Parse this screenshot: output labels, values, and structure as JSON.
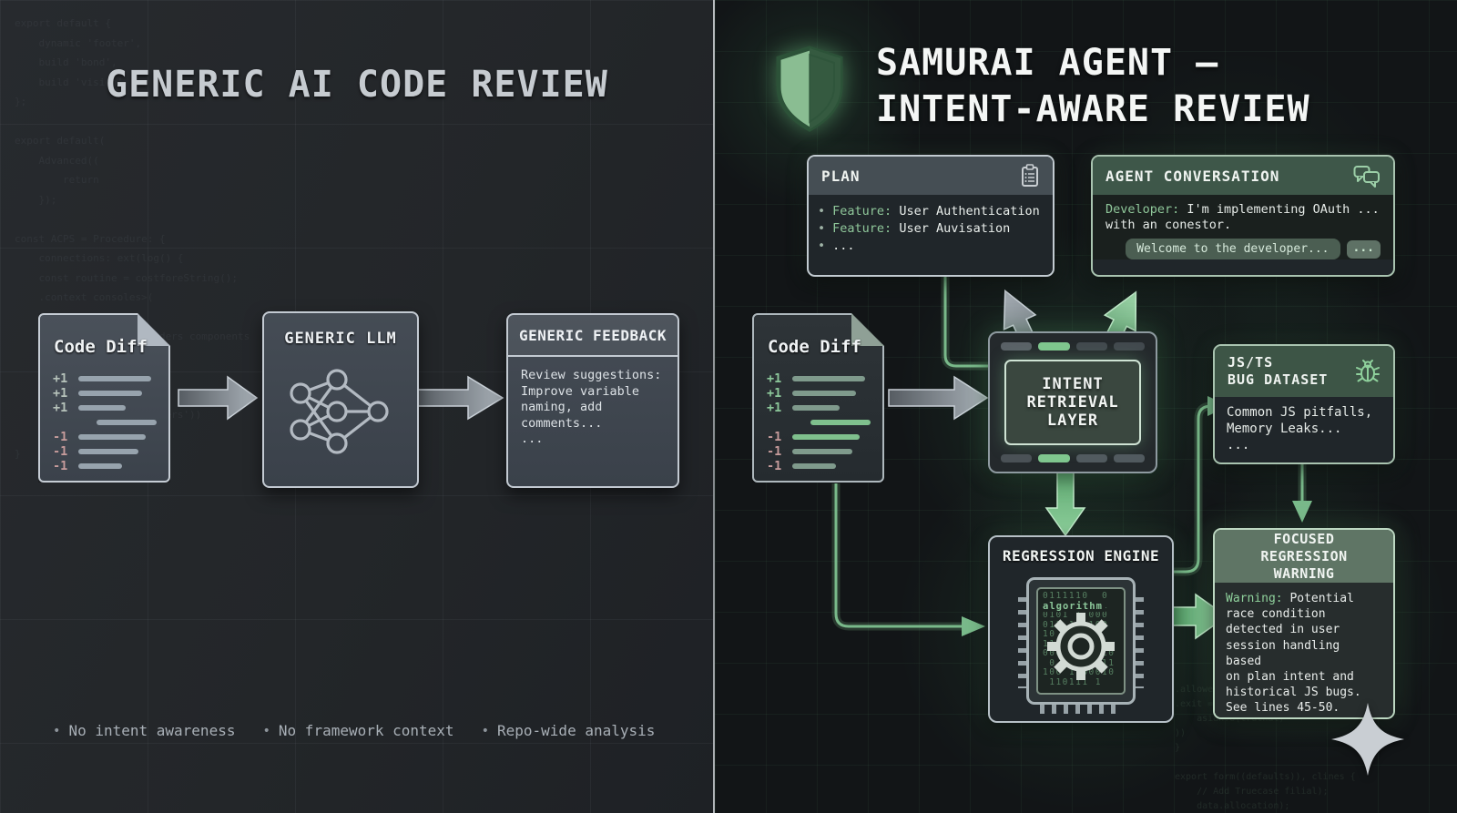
{
  "left": {
    "title": "GENERIC AI CODE REVIEW",
    "code_diff": {
      "title": "Code Diff",
      "markers": [
        "+1",
        "+1",
        "+1",
        "",
        "-1",
        "-1",
        "-1"
      ]
    },
    "llm": {
      "title": "GENERIC LLM"
    },
    "feedback": {
      "title": "GENERIC FEEDBACK",
      "body": "Review suggestions:\nImprove variable\nnaming, add\ncomments...\n..."
    },
    "footer": {
      "bullet_char": "•",
      "bullets": [
        "No intent awareness",
        "No framework context",
        "Repo-wide analysis"
      ]
    }
  },
  "right": {
    "title_line1": "SAMURAI AGENT –",
    "title_line2": "INTENT-AWARE REVIEW",
    "plan": {
      "title": "PLAN",
      "items": [
        {
          "bullet": "•",
          "label": "Feature:",
          "value": "User Authentication"
        },
        {
          "bullet": "•",
          "label": "Feature:",
          "value": "User Auvisation"
        },
        {
          "bullet": "•",
          "label": "",
          "value": "..."
        }
      ]
    },
    "conversation": {
      "title": "AGENT CONVERSATION",
      "developer_label": "Developer:",
      "developer_text": " I'm implementing OAuth ...\nwith an conestor.",
      "agent_bubble": "Welcome to the developer...",
      "more_button": "..."
    },
    "code_diff": {
      "title": "Code Diff",
      "markers": [
        "+1",
        "+1",
        "+1",
        "",
        "-1",
        "-1",
        "-1"
      ]
    },
    "intent_layer": {
      "label": "INTENT\nRETRIEVAL\nLAYER"
    },
    "bug_dataset": {
      "title": "JS/TS\nBUG DATASET",
      "body": "Common JS pitfalls,\nMemory Leaks...\n..."
    },
    "engine": {
      "title": "REGRESSION ENGINE",
      "chip_word": "algorithm",
      "chip_binary": "0111110  0\n01011 1 01\n0101 1 000\n011 1  100\n10 1    0\n11 0   00\n000     1C0\n 0      011\n100 1100010\n 110111 1"
    },
    "warning": {
      "title": "FOCUSED REGRESSION\nWARNING",
      "label": "Warning:",
      "body": " Potential\nrace condition\ndetected in user\nsession handling based\non plan intent and\nhistorical JS bugs.\nSee lines 45-50."
    }
  },
  "decor": {
    "left_code": "export default {\n    dynamic 'footer',\n    build 'bond',\n    build 'vision'\n};\n\nexport default(\n    Advanced((\n        return\n    });\n\nconst ACPS = Procedure: {\n    connections: ext(log() {\n    const routine = costforeString();\n    .context consoles>(\n        // ...\n        transformers loaders components\n    });\n\n    recover () {\n        return(list('headers'))\n    }\n}",
    "right_code": ".allowed = (...);\n.exit =\n    asian.U(truthal)'\n))\n}\n\nexport form((defaults)), clines {\n    // Add Truecase filial);\n    data.allocation);"
  },
  "colors": {
    "green_accent": "#7fc68e",
    "green_panel_header": "#3d5546",
    "warning_header": "#5f7565",
    "gray_arrow": "#a8b0b7",
    "removed_pink": "#c79c9c"
  }
}
